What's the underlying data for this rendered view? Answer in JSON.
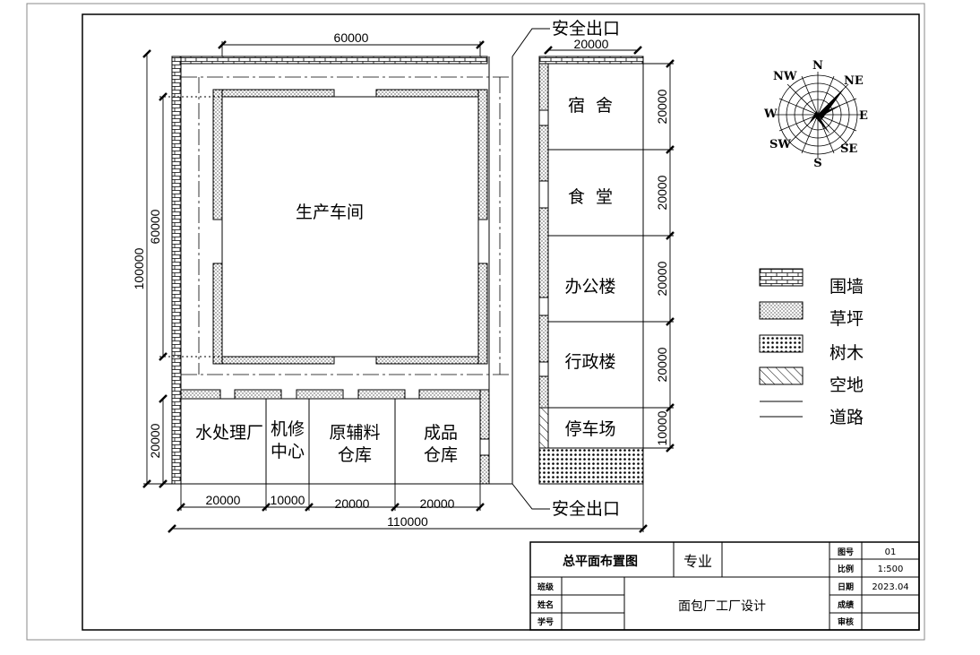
{
  "buildings": {
    "workshop": "生产车间",
    "dorm": "宿  舍",
    "canteen": "食  堂",
    "office": "办公楼",
    "admin": "行政楼",
    "parking": "停车场",
    "water_l1": "水处理厂",
    "repair_l1": "机修",
    "repair_l2": "中心",
    "rawmat_l1": "原辅料",
    "rawmat_l2": "仓库",
    "product_l1": "成品",
    "product_l2": "仓库"
  },
  "exits": {
    "top": "安全出口",
    "bottom": "安全出口"
  },
  "dimensions": {
    "top_width": "60000",
    "right_width": "20000",
    "left_total": "100000",
    "left_workshop": "60000",
    "left_bottom": "20000",
    "right_dorm": "20000",
    "right_canteen": "20000",
    "right_office": "20000",
    "right_admin": "20000",
    "right_parking": "10000",
    "bottom_water": "20000",
    "bottom_repair": "10000",
    "bottom_rawmat": "20000",
    "bottom_product": "20000",
    "bottom_total": "110000"
  },
  "compass": {
    "n": "N",
    "ne": "NE",
    "e": "E",
    "se": "SE",
    "s": "S",
    "sw": "SW",
    "w": "W",
    "nw": "NW"
  },
  "legend": [
    "围墙",
    "草坪",
    "树木",
    "空地",
    "道路"
  ],
  "title_block": {
    "drawing_title": "总平面布置图",
    "major_label": "专业",
    "class_label": "班级",
    "name_label": "姓名",
    "student_id_label": "学号",
    "project": "面包厂工厂设计",
    "drawing_no_label": "图号",
    "drawing_no": "01",
    "scale_label": "比例",
    "scale": "1:500",
    "date_label": "日期",
    "date": "2023.04",
    "grade_label": "成绩",
    "review_label": "审核"
  }
}
